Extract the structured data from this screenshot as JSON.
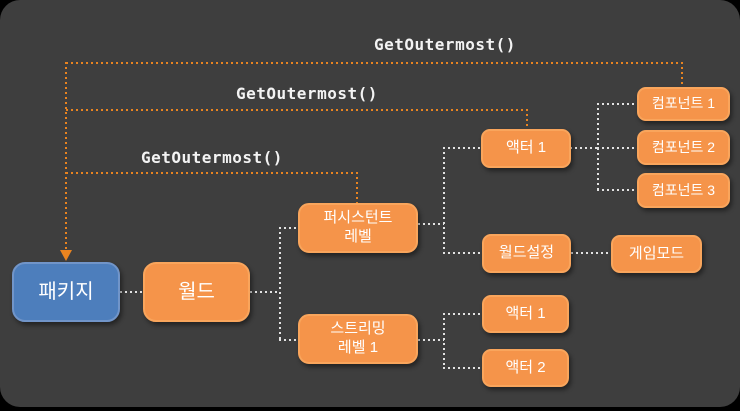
{
  "diagram": {
    "description": "Unreal Engine object hierarchy with GetOutermost() calls returning the package",
    "colors": {
      "background": "#3E3E3E",
      "node_orange": "#F5944A",
      "node_blue": "#4D7EBC",
      "line_orange": "#EA8420",
      "line_white": "#E2E2E2",
      "text": "#FFFFFF"
    },
    "callouts": {
      "outermost_from_component": "GetOutermost()",
      "outermost_from_actor": "GetOutermost()",
      "outermost_from_level": "GetOutermost()"
    },
    "nodes": {
      "package": {
        "label": "패키지"
      },
      "world": {
        "label": "월드"
      },
      "persistent_level": {
        "label": "퍼시스턴트\n레벨"
      },
      "streaming_level": {
        "label": "스트리밍\n레벨 1"
      },
      "actor1_persistent": {
        "label": "액터 1"
      },
      "world_settings": {
        "label": "월드설정"
      },
      "game_mode": {
        "label": "게임모드"
      },
      "actor1_streaming": {
        "label": "액터 1"
      },
      "actor2_streaming": {
        "label": "액터 2"
      },
      "component1": {
        "label": "컴포넌트 1"
      },
      "component2": {
        "label": "컴포넌트 2"
      },
      "component3": {
        "label": "컴포넌트 3"
      }
    }
  }
}
